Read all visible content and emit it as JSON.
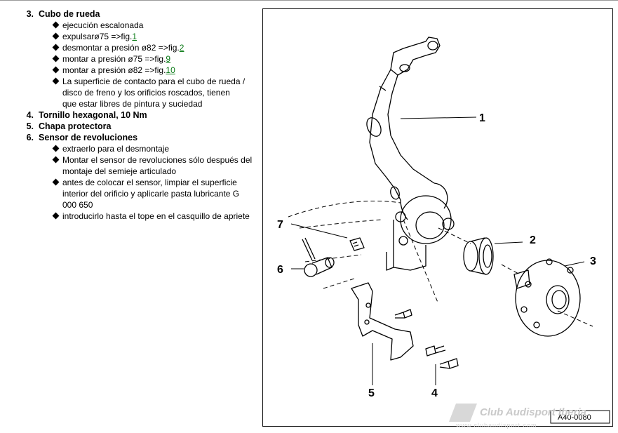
{
  "section3": {
    "number": "3.",
    "title": "Cubo de rueda",
    "bullets": [
      {
        "text": "ejecución escalonada"
      },
      {
        "text": "expulsarø75 =>fig.",
        "link": "1"
      },
      {
        "text": "desmontar a presión ø82 =>fig.",
        "link": "2"
      },
      {
        "text": "montar a presión ø75 =>fig.",
        "link": "9"
      },
      {
        "text": "montar a presión ø82 =>fig.",
        "link": "10"
      },
      {
        "text": "La superficie de contacto para el cubo de rueda / disco de freno y los orificios roscados, tienen que estar libres de pintura y suciedad"
      }
    ]
  },
  "section4": {
    "number": "4.",
    "title": "Tornillo hexagonal, 10 Nm"
  },
  "section5": {
    "number": "5.",
    "title": "Chapa protectora"
  },
  "section6": {
    "number": "6.",
    "title": "Sensor de revoluciones",
    "bullets": [
      {
        "text": "extraerlo para el desmontaje"
      },
      {
        "text": "Montar el sensor de revoluciones sólo después del montaje del semieje articulado"
      },
      {
        "text": "antes de colocar el sensor, limpiar el superficie interior del orificio y aplicarle pasta lubricante G 000 650"
      },
      {
        "text": "introducirlo hasta el tope en el casquillo de apriete"
      }
    ]
  },
  "figure": {
    "callouts": [
      "1",
      "2",
      "3",
      "4",
      "5",
      "6",
      "7"
    ],
    "code": "A40-0080"
  },
  "watermark": {
    "brand": "Club Audisport Iberia",
    "url": "www.clubaudisport.com"
  }
}
